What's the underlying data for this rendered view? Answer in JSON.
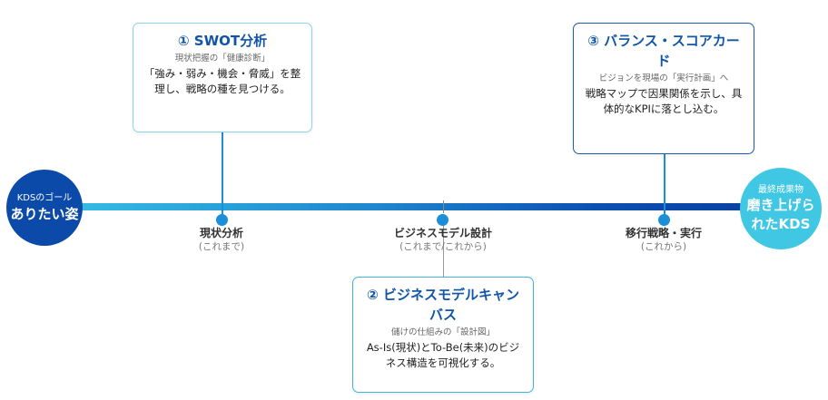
{
  "start_goal": {
    "label": "KDSのゴール",
    "title": "ありたい姿"
  },
  "end_goal": {
    "label": "最終成果物",
    "title": "磨き上げられたKDS"
  },
  "milestones": [
    {
      "name": "現状分析",
      "period": "(これまで)"
    },
    {
      "name": "ビジネスモデル設計",
      "period": "(これまで/これから)"
    },
    {
      "name": "移行戦略・実行",
      "period": "(これから)"
    }
  ],
  "cards": [
    {
      "title": "① SWOT分析",
      "subtitle": "現状把握の「健康診断」",
      "body": "「強み・弱み・機会・脅威」を整理し、戦略の種を見つける。"
    },
    {
      "title": "② ビジネスモデルキャンバス",
      "subtitle": "儲けの仕組みの「設計図」",
      "body": "As-Is(現状)とTo-Be(未来)のビジネス構造を可視化する。"
    },
    {
      "title": "③ バランス・スコアカード",
      "subtitle": "ビジョンを現場の「実行計画」へ",
      "body": "戦略マップで因果関係を示し、具体的なKPIに落とし込む。"
    }
  ],
  "colors": {
    "start_circle": "#0b4aa8",
    "end_circle": "#40c7e4",
    "card_title": "#1155a8",
    "timeline_start": "#35c2e6",
    "timeline_end": "#0a3d9c"
  }
}
